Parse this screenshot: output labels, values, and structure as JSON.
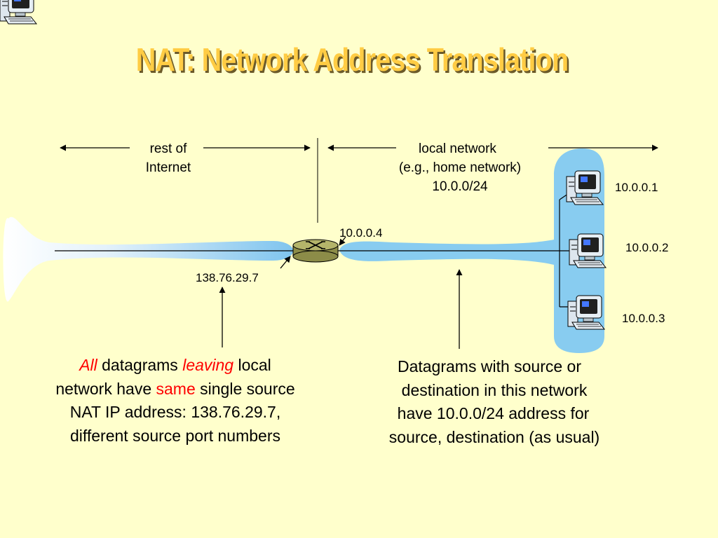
{
  "title": "NAT: Network Address Translation",
  "regions": {
    "internet": {
      "line1": "rest of",
      "line2": "Internet"
    },
    "local": {
      "line1": "local network",
      "line2": "(e.g., home network)",
      "line3": "10.0.0/24"
    }
  },
  "addresses": {
    "router_public": "138.76.29.7",
    "router_private": "10.0.0.4",
    "host1": "10.0.0.1",
    "host2": "10.0.0.2",
    "host3": "10.0.0.3"
  },
  "notes": {
    "left": {
      "w_all": "All",
      "w_datagrams": " datagrams ",
      "w_leaving": "leaving",
      "w_local": " local",
      "w_network_have": "network have ",
      "w_same": "same",
      "w_single_source": " single source",
      "line3": "NAT IP address: 138.76.29.7,",
      "line4": "different source port numbers"
    },
    "right": {
      "line1": "Datagrams with source or",
      "line2": "destination in this network",
      "line3": "have 10.0.0/24 address for",
      "line4": "source, destination (as usual)"
    }
  },
  "colors": {
    "title": "#FFCC44",
    "background": "#FFFFCC",
    "network_blue": "#88CCF0",
    "router": "#A8A860",
    "emphasis": "#FF0000"
  }
}
